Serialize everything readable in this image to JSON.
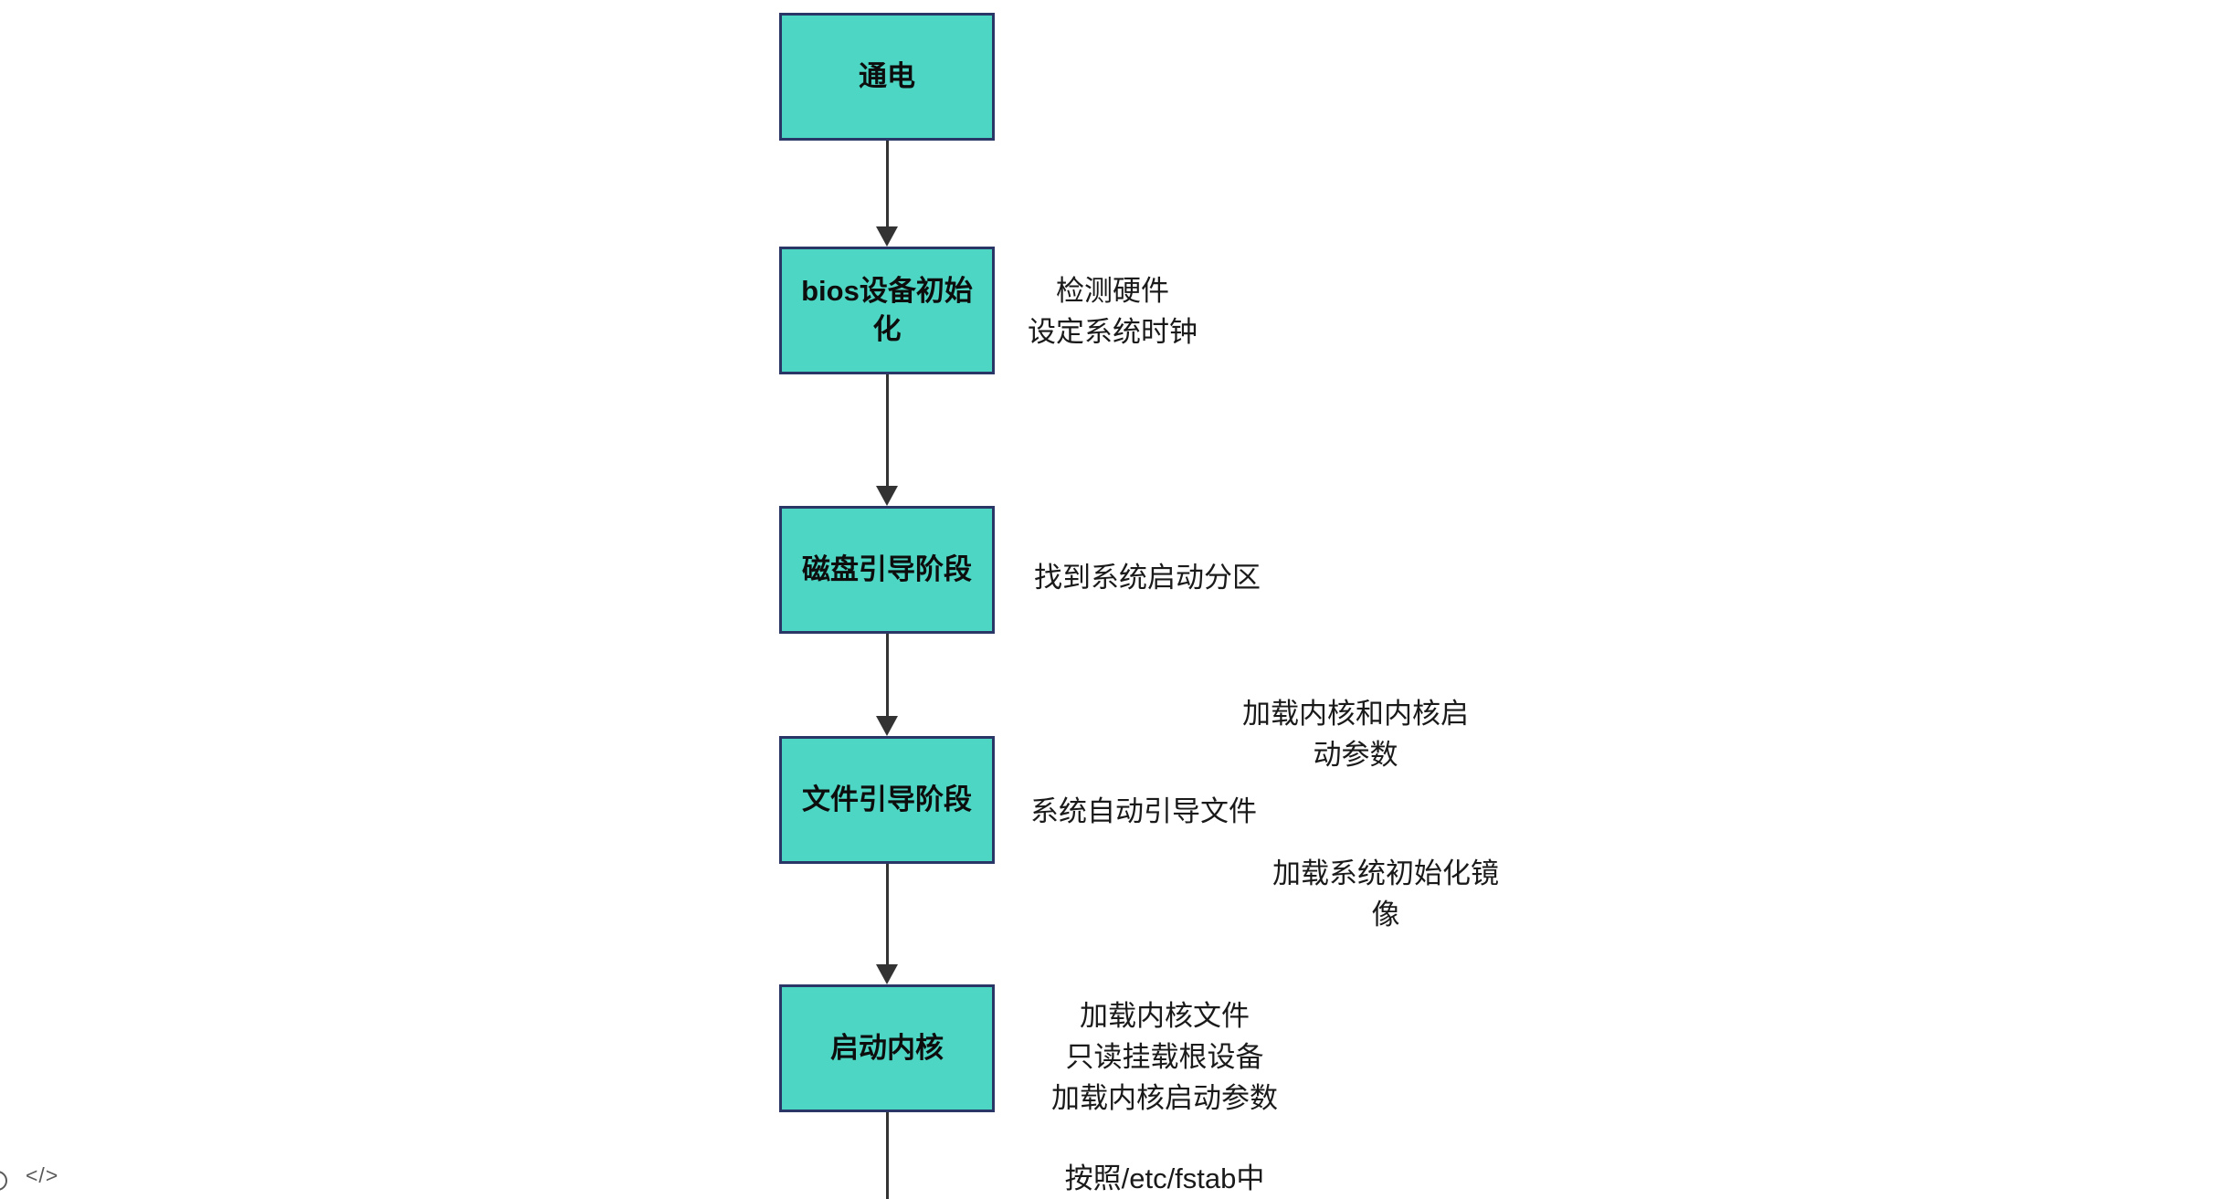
{
  "diagram": {
    "type": "flowchart",
    "direction": "top-down",
    "nodes": [
      {
        "id": "power-on",
        "label": "通电"
      },
      {
        "id": "bios-init",
        "label": "bios设备初始化"
      },
      {
        "id": "disk-boot",
        "label": "磁盘引导阶段"
      },
      {
        "id": "file-boot",
        "label": "文件引导阶段"
      },
      {
        "id": "kernel-start",
        "label": "启动内核"
      }
    ],
    "edges": [
      {
        "from": "power-on",
        "to": "bios-init"
      },
      {
        "from": "bios-init",
        "to": "disk-boot"
      },
      {
        "from": "disk-boot",
        "to": "file-boot"
      },
      {
        "from": "file-boot",
        "to": "kernel-start"
      },
      {
        "from": "kernel-start",
        "to": "(continues below)"
      }
    ],
    "annotations": [
      {
        "near": "bios-init",
        "lines": {
          "0": "检测硬件",
          "1": "设定系统时钟"
        }
      },
      {
        "near": "disk-boot",
        "lines": {
          "0": "找到系统启动分区"
        }
      },
      {
        "near": "file-boot",
        "lines": {
          "0": "加载内核和内核启",
          "1": "动参数"
        }
      },
      {
        "near": "file-boot",
        "lines": {
          "0": "系统自动引导文件"
        }
      },
      {
        "near": "file-boot",
        "lines": {
          "0": "加载系统初始化镜",
          "1": "像"
        }
      },
      {
        "near": "kernel-start",
        "lines": {
          "0": "加载内核文件",
          "1": "只读挂载根设备",
          "2": "加载内核启动参数"
        }
      },
      {
        "near": "kernel-start",
        "lines": {
          "0": "按照/etc/fstab中"
        }
      }
    ],
    "colors": {
      "node_fill": "#4ED6C4",
      "node_border": "#2A3665",
      "arrow": "#333333",
      "text": "#1A1A1A",
      "icon": "#5A5A5A"
    }
  },
  "toolbar": {
    "code_icon_glyph": "</>"
  }
}
